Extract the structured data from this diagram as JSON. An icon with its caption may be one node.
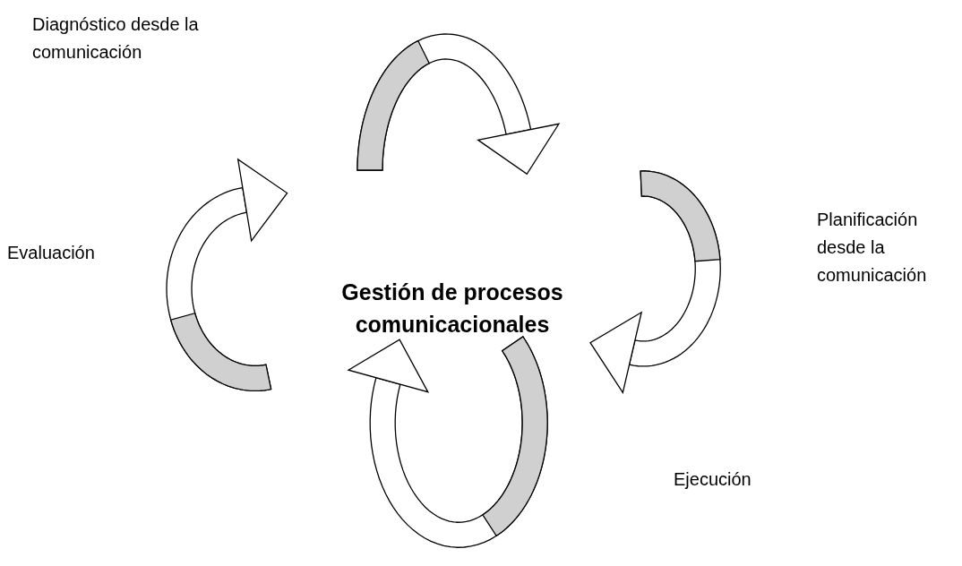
{
  "diagram": {
    "nodes": [
      {
        "text": [],
        "shape": "arrow"
      },
      {
        "text": [],
        "shape": "arrow"
      },
      {
        "text": [],
        "shape": "arrow"
      },
      {
        "text": [],
        "shape": "arrow"
      }
    ],
    "labels": [
      "Diagnóstico desde la comunicación",
      "Planificación desde la comunicación",
      "Evaluación",
      "Gestión de procesos comunicacionales",
      "Ejecución"
    ]
  }
}
